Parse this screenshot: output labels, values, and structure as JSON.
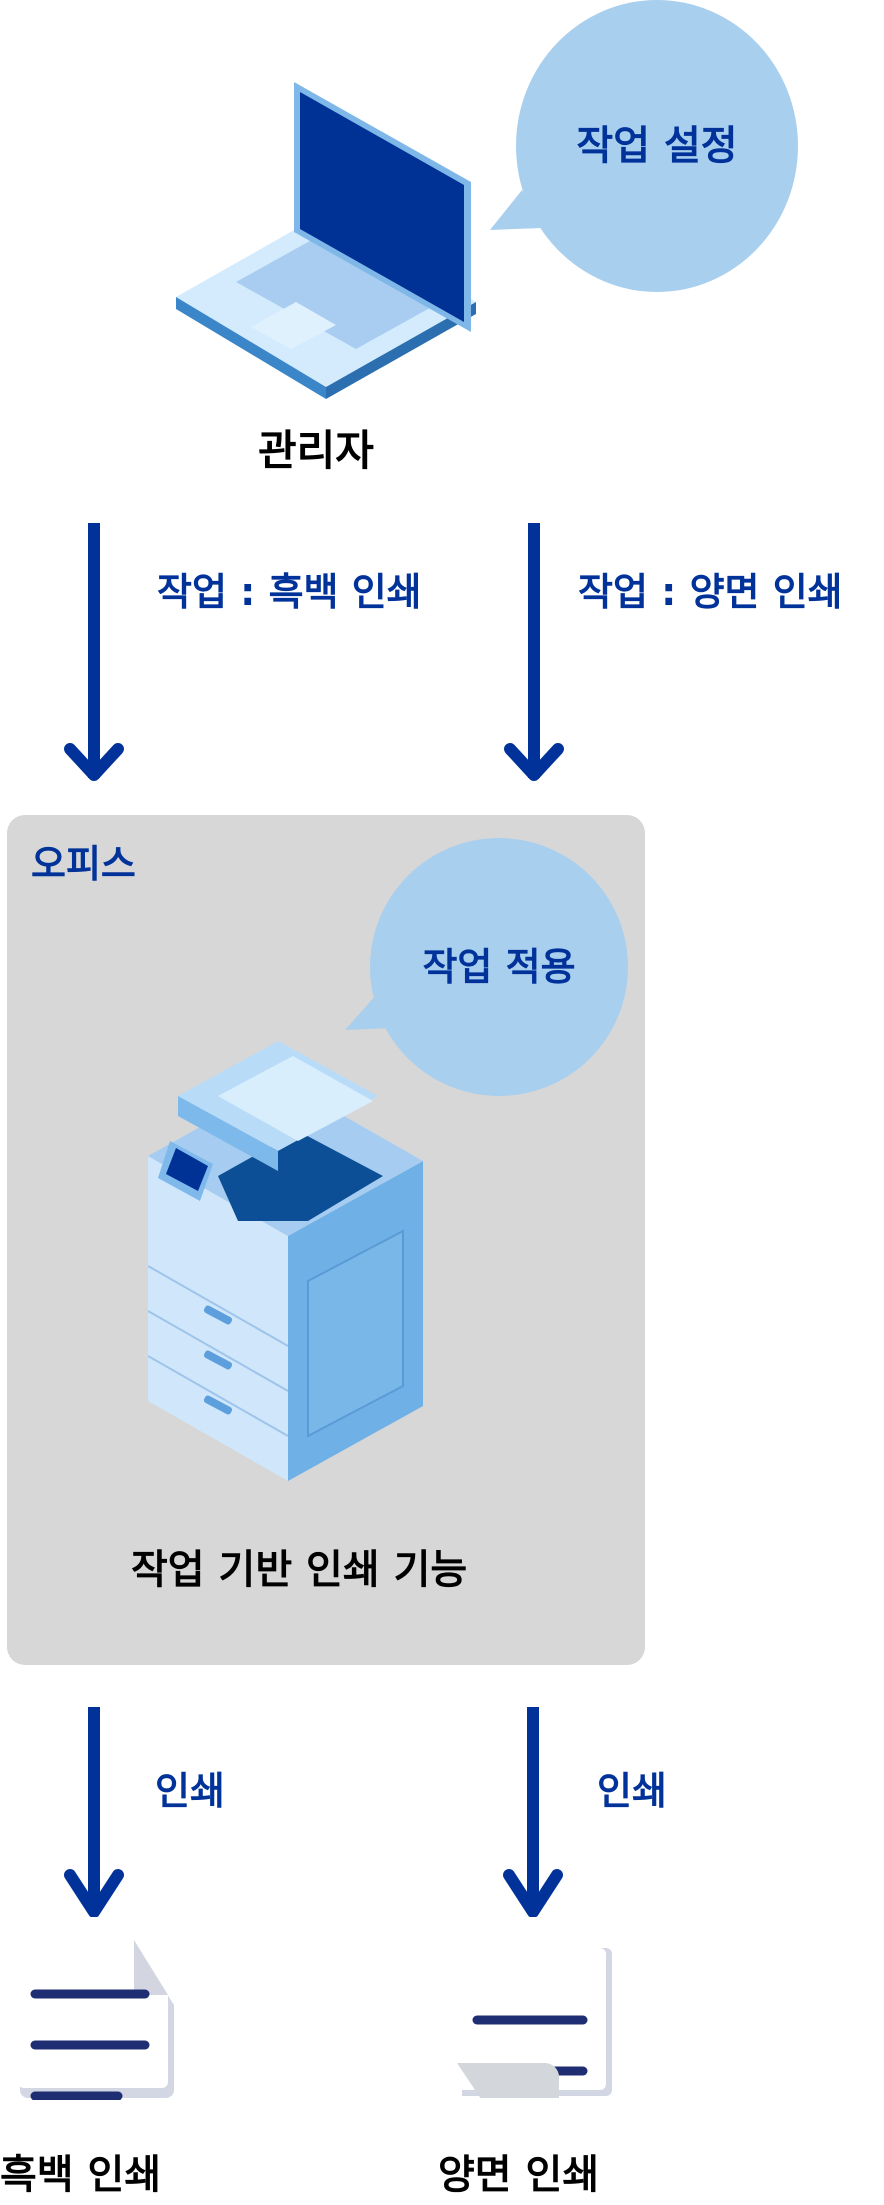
{
  "colors": {
    "accent": "#00329a",
    "bubble": "#a9cfef",
    "office_bg": "#d7d7d7"
  },
  "admin": {
    "label": "관리자",
    "bubble": "작업 설정"
  },
  "arrows_top": {
    "left_label": "작업 : 흑백 인쇄",
    "right_label": "작업 : 양면 인쇄"
  },
  "office": {
    "title": "오피스",
    "bubble": "작업 적용",
    "caption": "작업 기반 인쇄 기능"
  },
  "arrows_bottom": {
    "left_label": "인쇄",
    "right_label": "인쇄"
  },
  "outputs": {
    "left_label": "흑백 인쇄",
    "right_label": "양면 인쇄"
  }
}
